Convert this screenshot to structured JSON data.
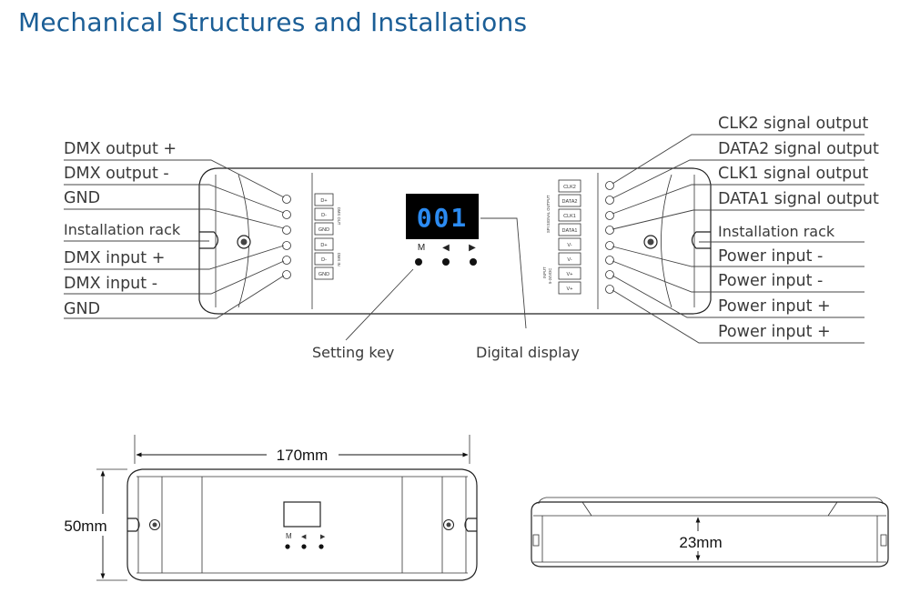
{
  "title": "Mechanical Structures and Installations",
  "left_labels": [
    "DMX output +",
    "DMX output -",
    "GND",
    "Installation rack",
    "DMX input +",
    "DMX input -",
    "GND"
  ],
  "right_labels": [
    "CLK2 signal output",
    "DATA2 signal output",
    "CLK1 signal output",
    "DATA1 signal output",
    "Installation rack",
    "Power input -",
    "Power input -",
    "Power input +",
    "Power input +"
  ],
  "bottom_labels": {
    "setting_key": "Setting key",
    "digital_display": "Digital display"
  },
  "display_value": "001",
  "keys": {
    "m": "M",
    "left": "◀",
    "right": "▶"
  },
  "left_terminals": [
    "D+",
    "D-",
    "GND",
    "D+",
    "D-",
    "GND"
  ],
  "left_group_labels": {
    "out": "DMX OUT",
    "in": "DMX IN"
  },
  "right_terminals": [
    "CLK2",
    "DATA2",
    "CLK1",
    "DATA1",
    "V-",
    "V-",
    "V+",
    "V+"
  ],
  "right_group_labels": {
    "spi": "SPI SIGNAL OUTPUT",
    "input_1": "INPUT",
    "input_2": "5-24VDC"
  },
  "dimensions": {
    "length": "170mm",
    "width": "50mm",
    "height": "23mm"
  }
}
